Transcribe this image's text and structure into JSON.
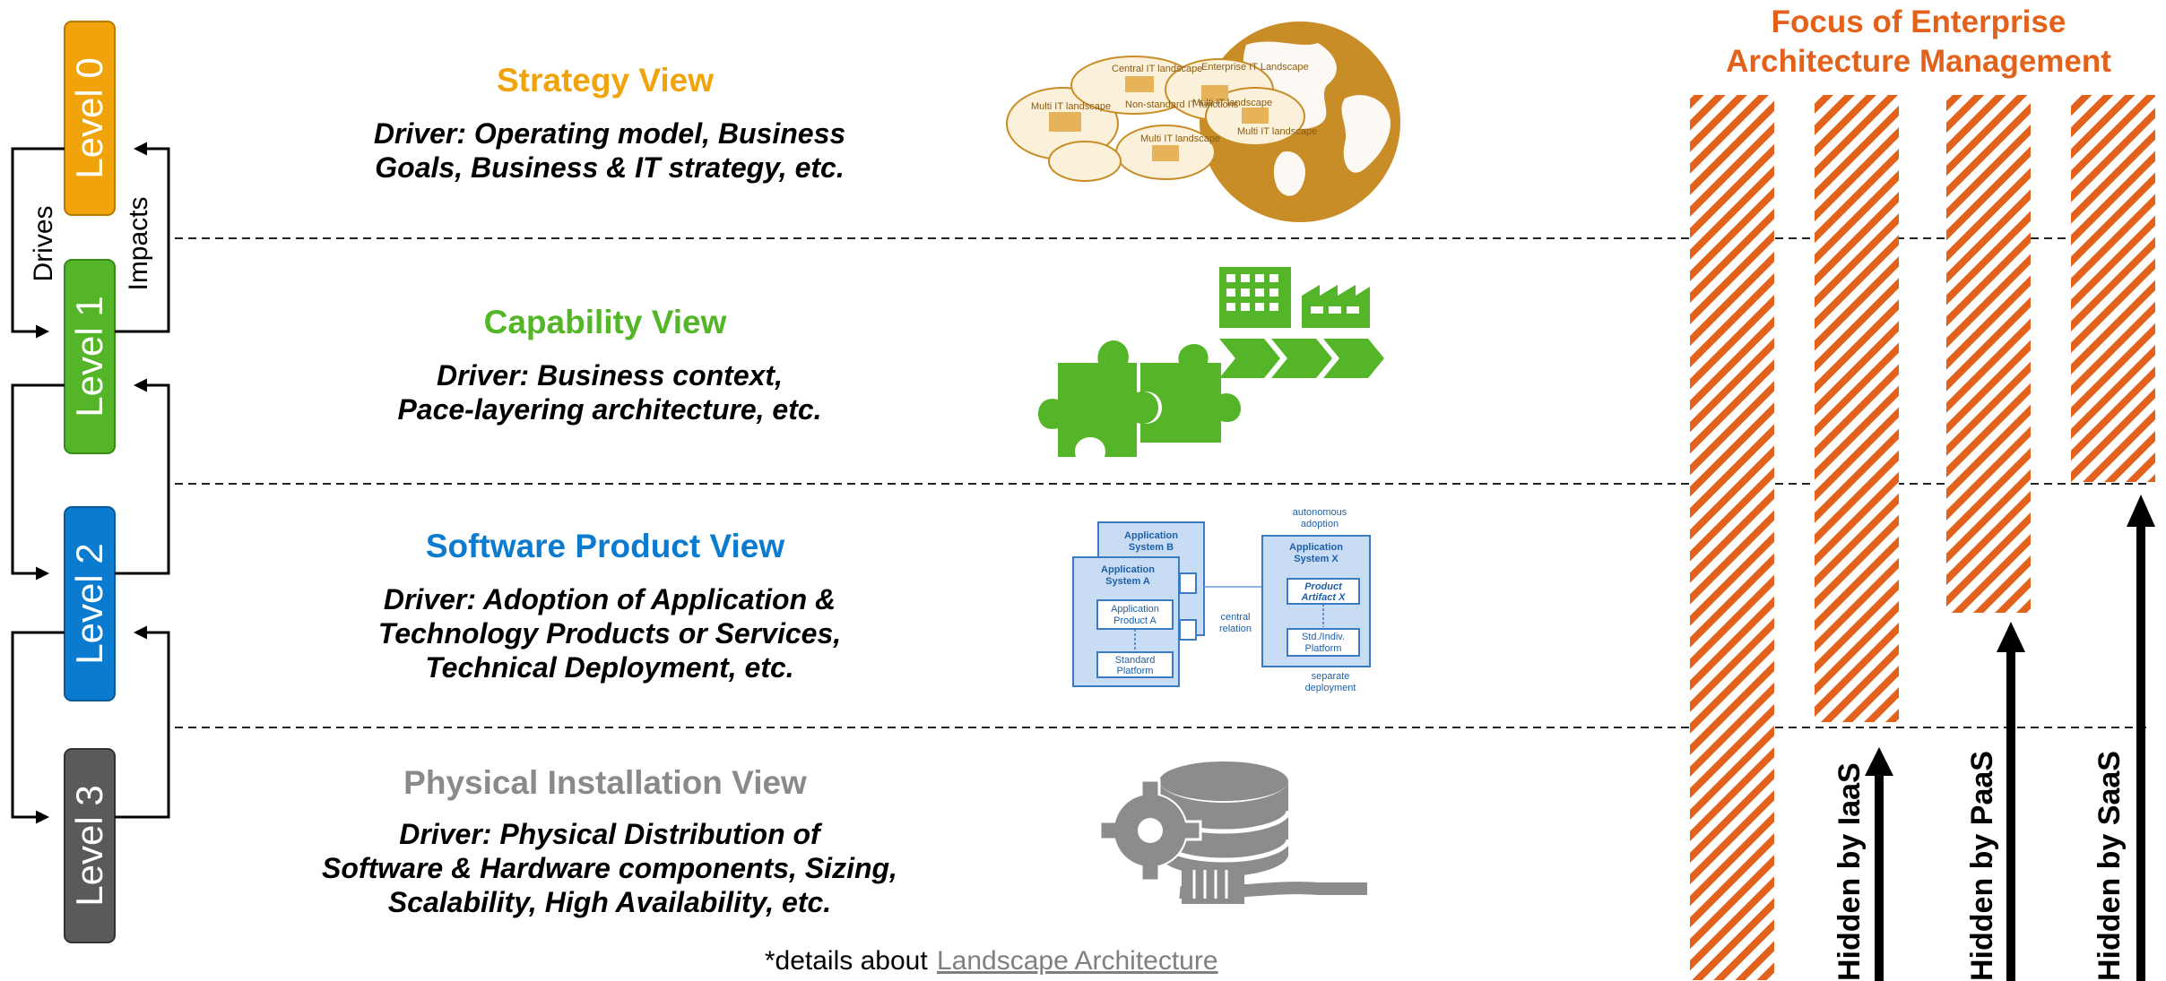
{
  "levels": [
    {
      "label": "Level 0",
      "color": "#f0a30a"
    },
    {
      "label": "Level 1",
      "color": "#53b527"
    },
    {
      "label": "Level 2",
      "color": "#0b7bd0"
    },
    {
      "label": "Level 3",
      "color": "#5a5a5a"
    }
  ],
  "arrows": {
    "drives": "Drives",
    "impacts": "Impacts"
  },
  "views": [
    {
      "title": "Strategy View",
      "color": "#f0a30a",
      "driver_lines": [
        "Driver: Operating model, Business",
        "Goals, Business & IT strategy, etc."
      ]
    },
    {
      "title": "Capability View",
      "color": "#53b527",
      "driver_lines": [
        "Driver: Business context,",
        "Pace-layering architecture, etc."
      ]
    },
    {
      "title": "Software Product View",
      "color": "#0b7bd0",
      "driver_lines": [
        "Driver: Adoption of Application &",
        "Technology Products or Services,",
        "Technical Deployment, etc."
      ]
    },
    {
      "title": "Physical Installation View",
      "color": "#8a8a8a",
      "driver_lines": [
        "Driver: Physical Distribution of",
        "Software & Hardware components, Sizing,",
        "Scalability, High Availability, etc."
      ]
    }
  ],
  "strategy_icon": {
    "labels": [
      "Enterprise IT Landscape",
      "Central IT landscape",
      "Multi IT landscape",
      "Multi IT landscape",
      "Multi IT landscape",
      "Multi IT landscape",
      "Non-standard IT functions"
    ]
  },
  "software_icon": {
    "app_b": [
      "Application",
      "System B"
    ],
    "app_a": [
      "Application",
      "System A"
    ],
    "product_a": [
      "Application",
      "Product A"
    ],
    "standard_platform": [
      "Standard",
      "Platform"
    ],
    "central_relation": [
      "central",
      "relation"
    ],
    "autonomous_adoption": [
      "autonomous",
      "adoption"
    ],
    "app_x": [
      "Application",
      "System X"
    ],
    "product_artifact": [
      "Product",
      "Artifact X"
    ],
    "std_platform": [
      "Std./Indiv.",
      "Platform"
    ],
    "separate_deployment": [
      "separate",
      "deployment"
    ]
  },
  "focus": {
    "title_lines": [
      "Focus of Enterprise",
      "Architecture Management"
    ],
    "color": "#e2621b",
    "hidden_labels": [
      "Hidden by IaaS",
      "Hidden by PaaS",
      "Hidden by SaaS"
    ]
  },
  "footer": {
    "prefix": "*details about ",
    "link": "Landscape Architecture"
  }
}
